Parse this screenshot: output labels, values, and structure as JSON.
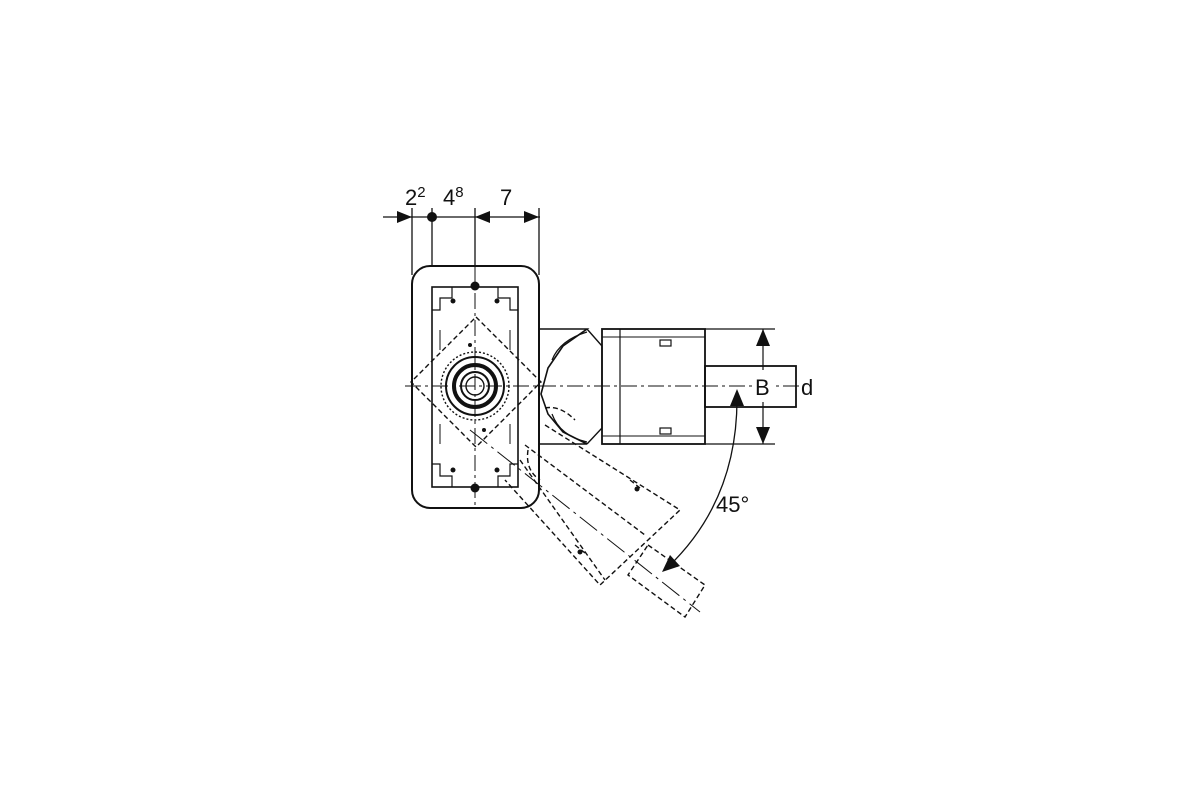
{
  "dimensions": {
    "dim_a": {
      "base": "2",
      "sup": "2"
    },
    "dim_b": {
      "base": "4",
      "sup": "8"
    },
    "dim_c": "7",
    "label_B": "B",
    "label_d": "d",
    "angle": "45°"
  },
  "colors": {
    "line": "#111111",
    "background": "#ffffff"
  }
}
